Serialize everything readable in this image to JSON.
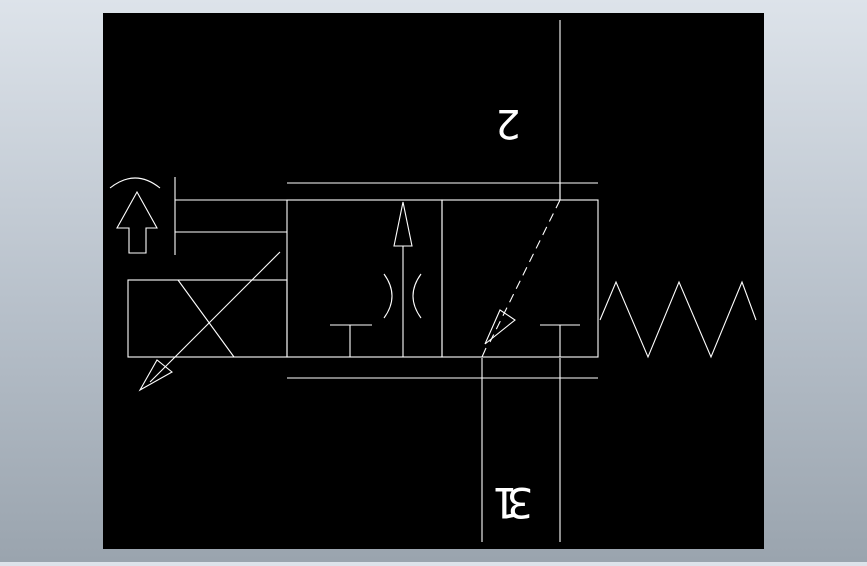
{
  "colors": {
    "canvas_bg": "#000000",
    "line": "#ffffff",
    "viewport_gradient_top": "#dde3ea",
    "viewport_gradient_bottom": "#9aa4ae"
  },
  "diagram": {
    "type": "pneumatic valve symbol (3/2 way, solenoid operated, spring return)",
    "port_labels": {
      "port_top": "2",
      "port_bottom": "3",
      "port_bottom_prefix": "1"
    }
  }
}
